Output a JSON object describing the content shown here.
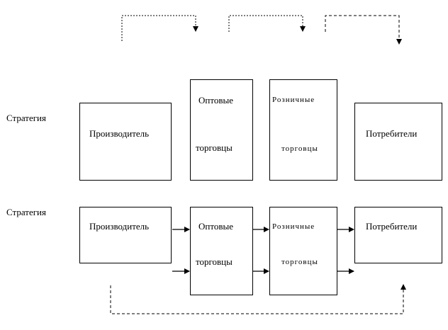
{
  "strategies": [
    {
      "label": "Стратегия",
      "producer": "Производитель",
      "wholesale": [
        "Оптовые",
        "торговцы"
      ],
      "retail": [
        "Розничные",
        "торговцы"
      ],
      "consumers": "Потребители"
    },
    {
      "label": "Стратегия",
      "producer": "Производитель",
      "wholesale": [
        "Оптовые",
        "торговцы"
      ],
      "retail": [
        "Розничные",
        "торговцы"
      ],
      "consumers": "Потребители"
    }
  ]
}
